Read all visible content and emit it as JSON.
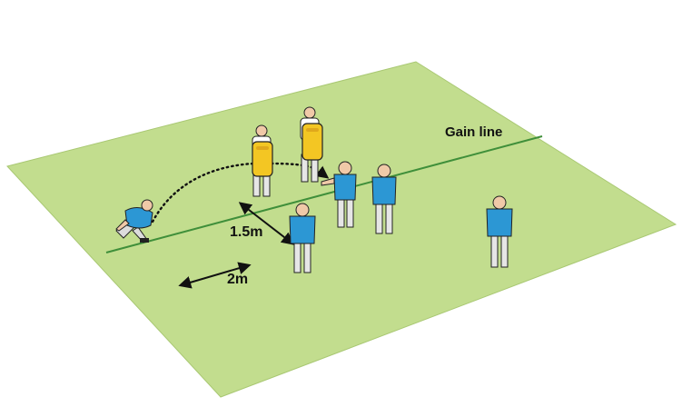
{
  "labels": {
    "gain_line": "Gain line",
    "distance_short": "1.5m",
    "distance_long": "2m"
  },
  "colors": {
    "pitch": "#c2dd8e",
    "pitch_edge": "#a9c873",
    "gain_line": "#3f8f3a",
    "attack_jersey": "#2c97d4",
    "defender_jersey": "#ffffff",
    "tackle_shield": "#f3c623",
    "shorts": "#e9e9e9"
  },
  "players": [
    {
      "role": "scrum-half",
      "team": "attack",
      "pose": "crouch"
    },
    {
      "role": "shield-holder",
      "team": "defence",
      "pose": "stand"
    },
    {
      "role": "shield-holder",
      "team": "defence",
      "pose": "stand"
    },
    {
      "role": "receiver",
      "team": "attack",
      "pose": "catch"
    },
    {
      "role": "support",
      "team": "attack",
      "pose": "run"
    },
    {
      "role": "support",
      "team": "attack",
      "pose": "run"
    },
    {
      "role": "support",
      "team": "attack",
      "pose": "run"
    }
  ],
  "pass": {
    "style": "dotted",
    "from": "scrum-half",
    "to": "receiver"
  }
}
